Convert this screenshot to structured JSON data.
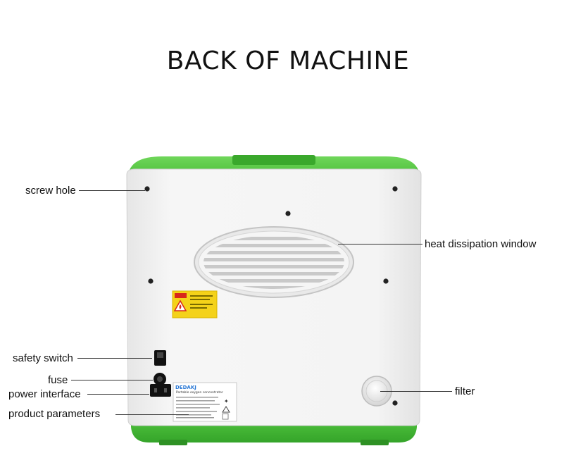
{
  "title": "BACK OF MACHINE",
  "labels": {
    "screw_hole": "screw hole",
    "heat_window": "heat dissipation window",
    "safety_switch": "safety switch",
    "fuse": "fuse",
    "power_interface": "power interface",
    "filter": "filter",
    "product_parameters": "product parameters"
  },
  "label_plate": {
    "brand": "DEDAKJ",
    "product": "Portable oxygen concentrator"
  },
  "colors": {
    "shell_green": "#4cc43a",
    "shell_white": "#f1f1f1",
    "warning_yellow": "#f4d21a"
  }
}
